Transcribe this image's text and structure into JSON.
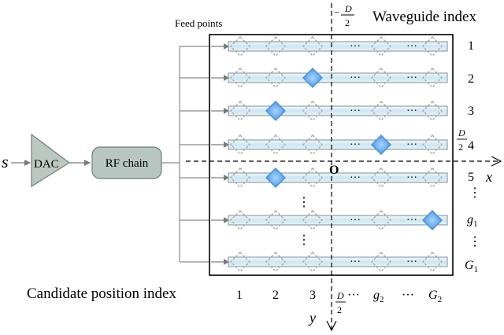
{
  "signal": "s",
  "blocks": {
    "dac": "DAC",
    "rf_chain": "RF chain"
  },
  "labels": {
    "feed_points": "Feed points",
    "waveguide_index": "Waveguide index",
    "candidate_position_index": "Candidate position index",
    "origin": "O",
    "x_axis": "x",
    "y_axis": "y",
    "neg_half_D": {
      "sign": "−",
      "num": "D",
      "den": "2"
    },
    "half_D_right": {
      "num": "D",
      "den": "2"
    },
    "half_D_bottom": {
      "num": "D",
      "den": "2"
    },
    "ellipsis_h": "···",
    "ellipsis_v": "⋮"
  },
  "waveguide_labels": [
    "1",
    "2",
    "3",
    "4",
    "5",
    "⋮",
    "g",
    "⋮",
    "G"
  ],
  "waveguide_label_subscripts": [
    "",
    "",
    "",
    "",
    "",
    "",
    "1",
    "",
    "1"
  ],
  "position_labels": [
    "1",
    "2",
    "3",
    "···",
    "g",
    "···",
    "G"
  ],
  "position_label_subscripts": [
    "",
    "",
    "",
    "",
    "2",
    "",
    "2"
  ],
  "colors": {
    "waveguide_fill": "#d8ecf3",
    "waveguide_stroke": "#7f8f99",
    "candidate_stroke": "#a9a9a9",
    "selected_fill": "#5ba4e8",
    "line": "#7a7a7a",
    "block_fill": "#bcc7c2",
    "block_stroke": "#6f7f78",
    "rf_fill": "#b7c6c0"
  }
}
